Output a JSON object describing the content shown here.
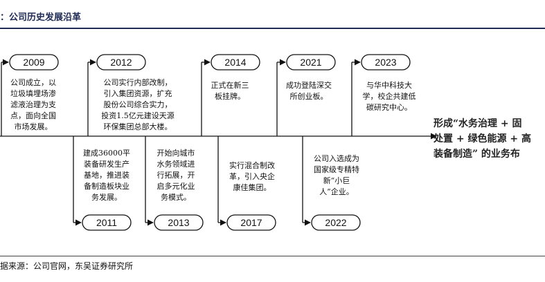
{
  "header": {
    "title": "：公司历史发展沿革",
    "source": "据来源：公司官网，东吴证券研究所"
  },
  "timeline": {
    "top": [
      {
        "year": "2009",
        "text": [
          "公司成立，以",
          "垃圾填埋场渗",
          "滤液治理为支",
          "点，面向全国",
          "市场发展。"
        ]
      },
      {
        "year": "2012",
        "text": [
          "公司实行内部改制，",
          "引入集团资源，扩充",
          "股份公司综合实力，",
          "投资1.5亿元建设天源",
          "环保集团总部大楼。"
        ]
      },
      {
        "year": "2014",
        "text": [
          "正式在新三",
          "板挂牌。"
        ]
      },
      {
        "year": "2021",
        "text": [
          "成功登陆深交",
          "所创业板。"
        ]
      },
      {
        "year": "2023",
        "text": [
          "与华中科技大",
          "学，校企共建低",
          "碳研究中心。"
        ]
      }
    ],
    "bottom": [
      {
        "year": "2011",
        "text": [
          "建成36000平",
          "装备研发生产",
          "基地，推进装",
          "备制造板块业",
          "务发展。"
        ]
      },
      {
        "year": "2013",
        "text": [
          "开始向城市",
          "水务领域进",
          "行拓展，开",
          "启多元化业",
          "务模式。"
        ]
      },
      {
        "year": "2017",
        "text": [
          "实行混合制改",
          "革，引入央企",
          "康佳集团。"
        ]
      },
      {
        "year": "2022",
        "text": [
          "公司入选成为",
          "国家级专精特",
          "新“小巨",
          "人”企业。"
        ]
      }
    ],
    "goal": [
      "形成“水务治理 + 固",
      "处置 + 绿色能源 + 高",
      "装备制造” 的业务布"
    ]
  }
}
